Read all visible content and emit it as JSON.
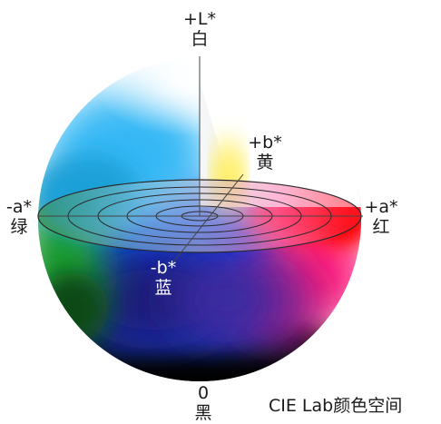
{
  "diagram": {
    "caption": "CIE Lab颜色空间",
    "axes": {
      "plus_L": {
        "sign": "+L*",
        "name": "白"
      },
      "zero": {
        "sign": "0",
        "name": "黑"
      },
      "plus_b": {
        "sign": "+b*",
        "name": "黄"
      },
      "minus_b": {
        "sign": "-b*",
        "name": "蓝"
      },
      "plus_a": {
        "sign": "+a*",
        "name": "红"
      },
      "minus_a": {
        "sign": "-a*",
        "name": "绿"
      }
    },
    "colors": {
      "white": "#ffffff",
      "black": "#0a0a0a",
      "red": "#ff1010",
      "yellow": "#ffe400",
      "blue": "#1f5cff",
      "green": "#159a2a",
      "cyan": "#34b8f5",
      "magenta": "#ff3fae"
    }
  }
}
